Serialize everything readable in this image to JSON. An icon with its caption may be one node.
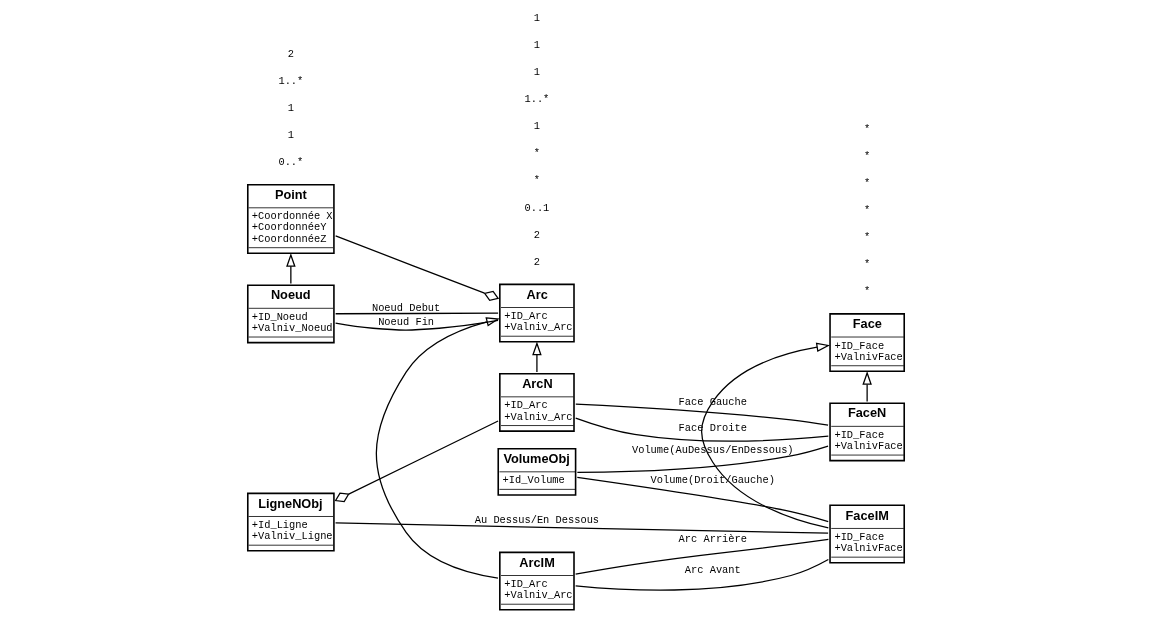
{
  "diagram": {
    "nodes": [
      {
        "text": [
          "Point",
          "+Coordonnée X",
          "+CoordonnéeY",
          "+CoordonnéeZ"
        ]
      },
      {
        "text": [
          "VolumeObj",
          "+Id_Volume"
        ]
      },
      {
        "text": [
          "Noeud",
          "+ID_Noeud",
          "+Valniv_Noeud"
        ]
      },
      {
        "text": [
          "Arc",
          "+ID_Arc",
          "+Valniv_Arc"
        ]
      },
      {
        "text": [
          "Face",
          "+ID_Face",
          "+ValnivFace"
        ]
      },
      {
        "text": [
          "LigneNObj",
          "+Id_Ligne",
          "+Valniv_Ligne"
        ]
      },
      {
        "text": [
          "ArcN",
          "+ID_Arc",
          "+Valniv_Arc"
        ]
      },
      {
        "text": [
          "FaceN",
          "+ID_Face",
          "+ValnivFace"
        ]
      },
      {
        "text": [
          "ArcIM",
          "+ID_Arc",
          "+Valniv_Arc"
        ]
      },
      {
        "text": [
          "FaceIM",
          "+ID_Face",
          "+ValnivFace"
        ]
      }
    ],
    "edges": [
      {
        "from": 2,
        "to": 0,
        "arrow": "to"
      },
      {
        "from": 3,
        "to": 0,
        "arrow": "other"
      },
      {
        "from": 2,
        "to": 3,
        "arrow": "none",
        "label": "Noeud Debut"
      },
      {
        "from": 2,
        "to": 3,
        "arrow": "none",
        "label": "Noeud Fin"
      },
      {
        "from": 1,
        "to": 7,
        "arrow": "none",
        "label": "Volume(AuDessus/EnDessous)"
      },
      {
        "from": 1,
        "to": 9,
        "arrow": "none",
        "label": "Volume(Droit/Gauche)"
      },
      {
        "from": 6,
        "to": 3,
        "arrow": "to"
      },
      {
        "from": 8,
        "to": 3,
        "arrow": "to"
      },
      {
        "from": 7,
        "to": 4,
        "arrow": "to"
      },
      {
        "from": 9,
        "to": 4,
        "arrow": "to"
      },
      {
        "from": 5,
        "to": 6,
        "arrow": "other"
      },
      {
        "from": 6,
        "to": 7,
        "arrow": "none",
        "label": "Face Gauche"
      },
      {
        "from": 6,
        "to": 7,
        "arrow": "none",
        "label": "Face Droite"
      },
      {
        "from": 8,
        "to": 9,
        "arrow": "none",
        "label": "Arc Avant"
      },
      {
        "from": 8,
        "to": 9,
        "arrow": "none",
        "label": "Arc Arrière"
      },
      {
        "from": 5,
        "to": 9,
        "arrow": "none",
        "label": "Au Dessus/En Dessous"
      }
    ],
    "labels": [
      "0..*",
      "2",
      "2",
      "0..1",
      "1",
      "*",
      "*",
      "1",
      "1..*",
      "*",
      "1",
      "*",
      "1..*",
      "1",
      "*",
      "2",
      "1",
      "*",
      "1",
      "*",
      "*",
      "*"
    ]
  }
}
